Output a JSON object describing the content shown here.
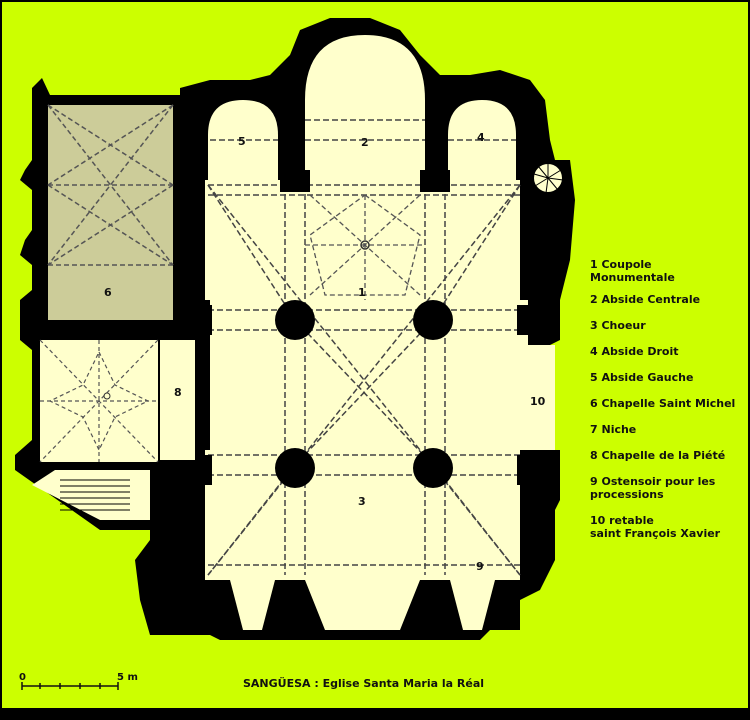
{
  "colors": {
    "background": "#ccff00",
    "wall": "#000000",
    "floor": "#ffffcc",
    "chapel_floor": "#cccc99",
    "vault_line": "#555555"
  },
  "plan": {
    "room_numbers": [
      "1",
      "2",
      "3",
      "4",
      "5",
      "6",
      "8",
      "9",
      "10"
    ]
  },
  "legend": [
    {
      "number": "1",
      "text": "1 Coupole\n   Monumentale"
    },
    {
      "number": "2",
      "text": "2  Abside Centrale"
    },
    {
      "number": "3",
      "text": "3  Choeur"
    },
    {
      "number": "4",
      "text": "4  Abside Droit"
    },
    {
      "number": "5",
      "text": "5  Abside Gauche"
    },
    {
      "number": "6",
      "text": "6  Chapelle Saint Michel"
    },
    {
      "number": "7",
      "text": "7  Niche"
    },
    {
      "number": "8",
      "text": "8  Chapelle de la Piété"
    },
    {
      "number": "9",
      "text": "9  Ostensoir pour les\nprocessions"
    },
    {
      "number": "10",
      "text": "10 retable\n saint François Xavier"
    }
  ],
  "scale": {
    "start": "0",
    "end": "5 m"
  },
  "caption": "SANGÜESA : Eglise Santa Maria la Réal"
}
